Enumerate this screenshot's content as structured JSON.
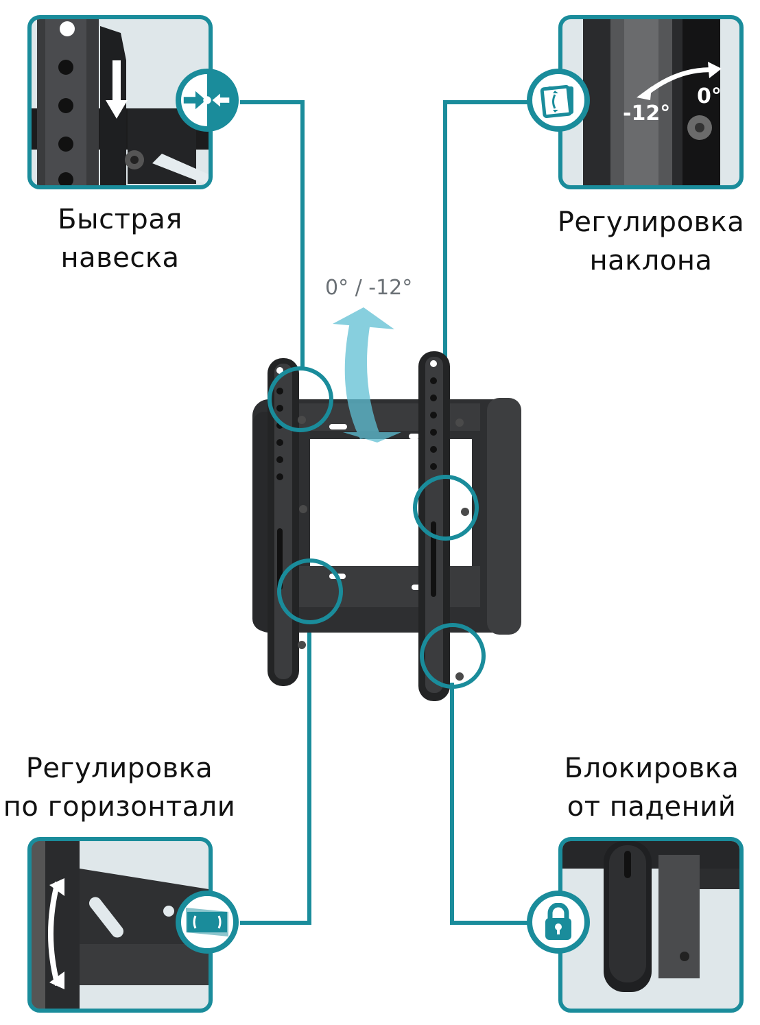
{
  "theme": {
    "accent": "#1a8c9b",
    "tilt_arrow": "#5fc0d4",
    "metal": "#2b2c2e",
    "panel_bg": "#dfe7ea"
  },
  "center": {
    "tilt_caption": "0° / -12°"
  },
  "features": [
    {
      "id": "quick-mount",
      "title_line1": "Быстрая",
      "title_line2": "навеска",
      "icon": "quick-mount-arrows-icon"
    },
    {
      "id": "tilt",
      "title_line1": "Регулировка",
      "title_line2": "наклона",
      "icon": "tilt-adjust-icon",
      "range_min": "-12°",
      "range_max": "0°"
    },
    {
      "id": "horizontal",
      "title_line1": "Регулировка",
      "title_line2": "по горизонтали",
      "icon": "horizontal-level-icon"
    },
    {
      "id": "lock",
      "title_line1": "Блокировка",
      "title_line2": "от падений",
      "icon": "padlock-icon"
    }
  ]
}
